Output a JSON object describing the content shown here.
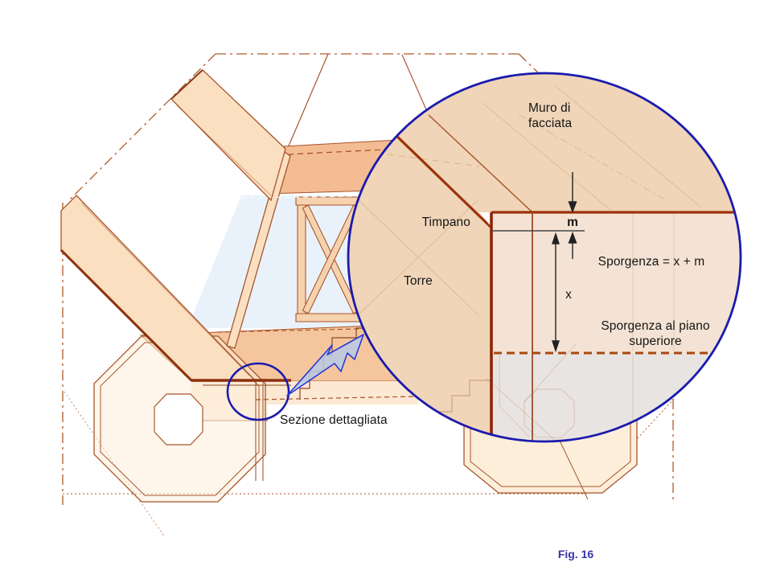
{
  "figure": {
    "caption": "Fig. 16",
    "detail_callout_label": "Sezione dettagliata"
  },
  "lens": {
    "labels": {
      "muro_line1": "Muro di",
      "muro_line2": "facciata",
      "timpano": "Timpano",
      "torre": "Torre",
      "dim_m": "m",
      "dim_x": "x",
      "sporgenza_eq": "Sporgenza = x + m",
      "sporgenza_piano_line1": "Sporgenza al piano",
      "sporgenza_piano_line2": "superiore"
    }
  },
  "colors": {
    "accent_blue": "#1b1bad",
    "arrow_fill": "#b9c9e6",
    "arrow_stroke": "#2b3bd6",
    "fig": "#3434a8",
    "label": "#151515",
    "line": "#a8552a",
    "line_dark": "#8c2f0c",
    "beam": "#fbdfc1",
    "band": "#f3bc92",
    "band_lower": "#f5c69d",
    "sky": "#e9f2fb",
    "lens_fill": "#f0d5b8",
    "lens_panel": "#f4e3d4",
    "lens_gray": "#e8e4e2",
    "dash_line": "#a8490f"
  }
}
